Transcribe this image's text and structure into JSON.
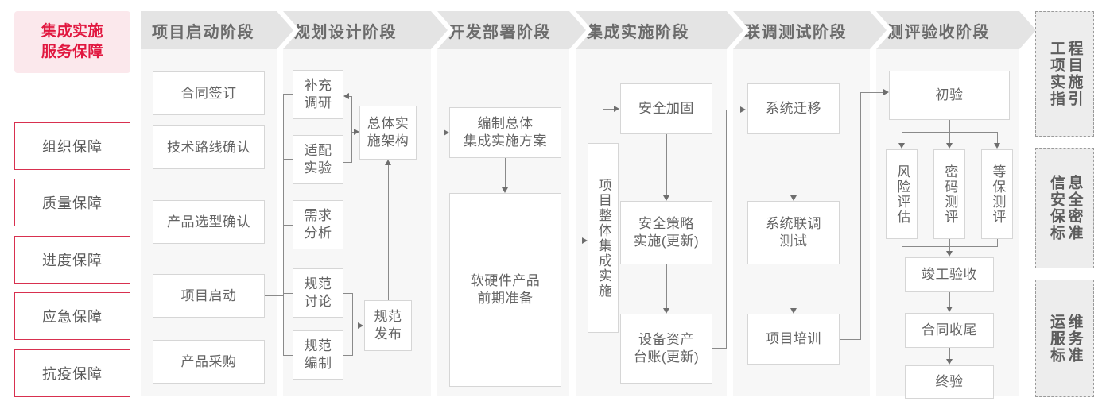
{
  "theme": {
    "accent_red": "#d8304f",
    "accent_red_text": "#e1173f",
    "title_bg": "#fbe8ec",
    "band_bg": "#f7f7f7",
    "chevron_bg": "#e4e4e4",
    "node_border": "#d6d6d6",
    "node_text": "#646464",
    "line": "#8a8a8a",
    "std_bg": "#ededed"
  },
  "left_panel": {
    "title": "集成实施\n服务保障",
    "title_line1": "集成实施",
    "title_line2": "服务保障",
    "items": [
      {
        "label": "组织保障"
      },
      {
        "label": "质量保障"
      },
      {
        "label": "进度保障"
      },
      {
        "label": "应急保障"
      },
      {
        "label": "抗疫保障"
      }
    ]
  },
  "phases": [
    {
      "id": "phase-start",
      "header": "项目启动阶段",
      "nodes": [
        {
          "id": "contract-signing",
          "label": "合同签订"
        },
        {
          "id": "tech-route-confirm",
          "label": "技术路线确认"
        },
        {
          "id": "product-select-confirm",
          "label": "产品选型确认"
        },
        {
          "id": "project-kickoff",
          "label": "项目启动"
        },
        {
          "id": "product-procurement",
          "label": "产品采购"
        }
      ]
    },
    {
      "id": "phase-plan",
      "header": "规划设计阶段",
      "nodes": [
        {
          "id": "supplementary-research",
          "label": "补充\n调研",
          "l1": "补充",
          "l2": "调研"
        },
        {
          "id": "adaptation-experiment",
          "label": "适配\n实验",
          "l1": "适配",
          "l2": "实验"
        },
        {
          "id": "requirement-analysis",
          "label": "需求\n分析",
          "l1": "需求",
          "l2": "分析"
        },
        {
          "id": "spec-discussion",
          "label": "规范\n讨论",
          "l1": "规范",
          "l2": "讨论"
        },
        {
          "id": "spec-drafting",
          "label": "规范\n编制",
          "l1": "规范",
          "l2": "编制"
        },
        {
          "id": "overall-architecture",
          "label": "总体实\n施架构",
          "l1": "总体实",
          "l2": "施架构"
        },
        {
          "id": "spec-release",
          "label": "规范\n发布",
          "l1": "规范",
          "l2": "发布"
        }
      ]
    },
    {
      "id": "phase-dev",
      "header": "开发部署阶段",
      "nodes": [
        {
          "id": "draft-overall-plan",
          "label": "编制总体\n集成实施方案",
          "l1": "编制总体",
          "l2": "集成实施方案"
        },
        {
          "id": "hw-sw-preparation",
          "label": "软硬件产品\n前期准备",
          "l1": "软硬件产品",
          "l2": "前期准备"
        }
      ]
    },
    {
      "id": "phase-integration",
      "header": "集成实施阶段",
      "nodes": [
        {
          "id": "overall-integration",
          "label": "项目整体集成实施"
        },
        {
          "id": "security-hardening",
          "label": "安全加固"
        },
        {
          "id": "security-policy",
          "label": "安全策略\n实施(更新)",
          "l1": "安全策略",
          "l2": "实施(更新)"
        },
        {
          "id": "asset-ledger",
          "label": "设备资产\n台账(更新)",
          "l1": "设备资产",
          "l2": "台账(更新)"
        }
      ]
    },
    {
      "id": "phase-test",
      "header": "联调测试阶段",
      "nodes": [
        {
          "id": "system-migration",
          "label": "系统迁移"
        },
        {
          "id": "joint-test",
          "label": "系统联调\n测试",
          "l1": "系统联调",
          "l2": "测试"
        },
        {
          "id": "project-training",
          "label": "项目培训"
        }
      ]
    },
    {
      "id": "phase-acceptance",
      "header": "测评验收阶段",
      "nodes": [
        {
          "id": "initial-acceptance",
          "label": "初验"
        },
        {
          "id": "risk-assessment",
          "label": "风险评估"
        },
        {
          "id": "crypto-evaluation",
          "label": "密码测评"
        },
        {
          "id": "mlps-evaluation",
          "label": "等保测评"
        },
        {
          "id": "completion-acceptance",
          "label": "竣工验收"
        },
        {
          "id": "contract-closure",
          "label": "合同收尾"
        },
        {
          "id": "final-acceptance",
          "label": "终验"
        }
      ]
    }
  ],
  "standards": [
    {
      "id": "engineering-guideline",
      "full": "工程项目实施指引",
      "right_col": "程目施引",
      "left_col": "工项实指"
    },
    {
      "id": "infosec-standard",
      "full": "信息安全保密标准",
      "right_col": "息全密准",
      "left_col": "信安保标"
    },
    {
      "id": "ops-service-standard",
      "full": "运维服务标准",
      "right_col": "维务准",
      "left_col": "运服标"
    }
  ]
}
